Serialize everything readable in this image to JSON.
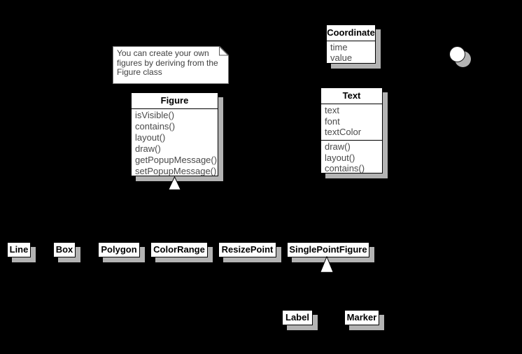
{
  "diagram": {
    "background_color": "#000000",
    "box_fill": "#ffffff",
    "box_border": "#000000",
    "shadow_color": "#b3b3b3",
    "member_text_color": "#4a4a4a",
    "note_border_color": "#757575",
    "note_text_color": "#3f3f3f"
  },
  "note": {
    "text": "You can create your own figures by deriving from the Figure class"
  },
  "classes": {
    "figure": {
      "name": "Figure",
      "methods": [
        "isVisible()",
        "contains()",
        "layout()",
        "draw()",
        "getPopupMessage()",
        "setPopupMessage()"
      ]
    },
    "coordinate": {
      "name": "Coordinate",
      "attributes": [
        "time",
        "value"
      ]
    },
    "text": {
      "name": "Text",
      "attributes": [
        "text",
        "font",
        "textColor"
      ],
      "methods": [
        "draw()",
        "layout()",
        "contains()"
      ]
    },
    "line": {
      "name": "Line"
    },
    "box": {
      "name": "Box"
    },
    "polygon": {
      "name": "Polygon"
    },
    "colorrange": {
      "name": "ColorRange"
    },
    "resizepoint": {
      "name": "ResizePoint"
    },
    "singlepointfigure": {
      "name": "SinglePointFigure"
    },
    "label": {
      "name": "Label"
    },
    "marker": {
      "name": "Marker"
    }
  },
  "icons": {
    "inheritance_arrow": "hollow-triangle-up",
    "interface_circle": "lollipop-circle",
    "note_fold": "dog-ear-corner"
  }
}
